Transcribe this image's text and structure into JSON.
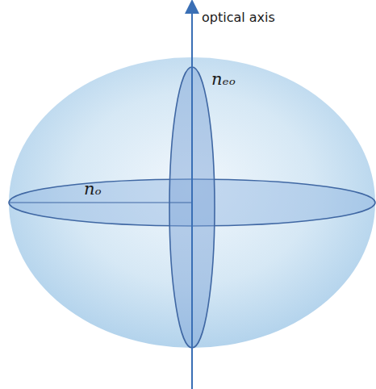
{
  "diagram": {
    "labels": [
      "optical axis",
      "nₒ",
      "nₑₒ"
    ]
  }
}
